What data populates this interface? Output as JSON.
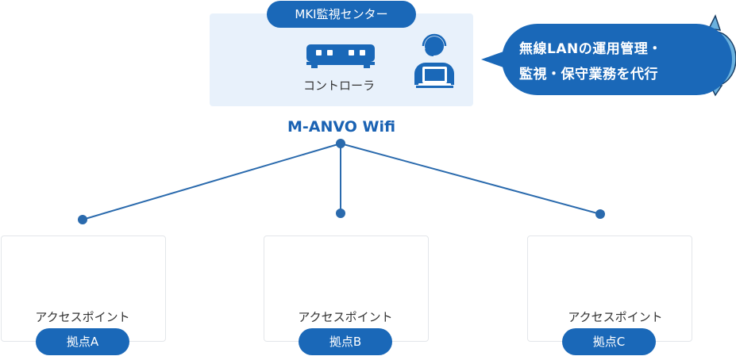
{
  "center": {
    "badge": "MKI監視センター",
    "controller_label": "コントローラ"
  },
  "network_title": "M-ANVO Wifi",
  "bubble": {
    "line1": "無線LANの運用管理・",
    "line2": "監視・保守業務を代行"
  },
  "sites": [
    {
      "ap_label": "アクセスポイント",
      "site_label": "拠点A"
    },
    {
      "ap_label": "アクセスポイント",
      "site_label": "拠点B"
    },
    {
      "ap_label": "アクセスポイント",
      "site_label": "拠点C"
    }
  ],
  "colors": {
    "primary": "#1a68b8",
    "panel": "#e8f1fb",
    "line": "#2a6aad",
    "device_gray": "#bcbcbc"
  }
}
